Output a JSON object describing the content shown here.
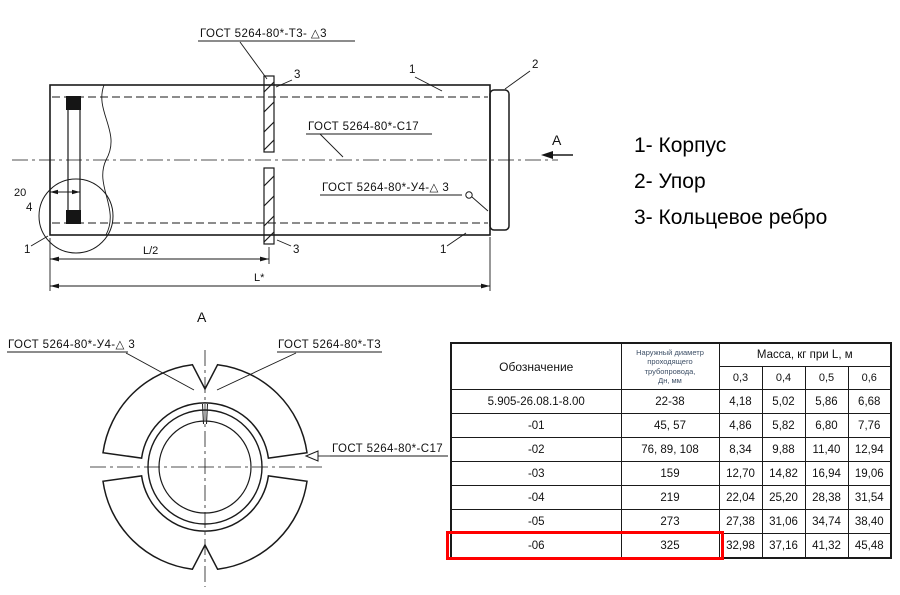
{
  "legend": {
    "items": [
      "1- Корпус",
      "2- Упор",
      "3- Кольцевое ребро"
    ]
  },
  "main_view": {
    "weld_t3": "ГОСТ 5264-80*-Т3- △3",
    "weld_c17": "ГОСТ 5264-80*-С17",
    "weld_u4": "ГОСТ 5264-80*-У4-△ 3",
    "dim_offset": "20",
    "dim_half_length": "L/2",
    "dim_full_length": "L*",
    "section_arrow_label": "А",
    "callout_body": "1",
    "callout_stop": "2",
    "callout_rib": "3",
    "callout_detail": "4"
  },
  "section_view": {
    "title": "А",
    "weld_u4": "ГОСТ 5264-80*-У4-△ 3",
    "weld_t3": "ГОСТ 5264-80*-Т3",
    "weld_c17": "ГОСТ 5264-80*-С17"
  },
  "table": {
    "headers": {
      "designation": "Обозначение",
      "diameter": "Наружный диаметр\nпроходящего\nтрубопровода,\nДн, мм",
      "mass": "Масса, кг при L, м",
      "mass_sub": [
        "0,3",
        "0,4",
        "0,5",
        "0,6"
      ]
    },
    "rows": [
      {
        "designation": "5.905-26.08.1-8.00",
        "diameter": "22-38",
        "masses": [
          "4,18",
          "5,02",
          "5,86",
          "6,68"
        ]
      },
      {
        "designation": "-01",
        "diameter": "45, 57",
        "masses": [
          "4,86",
          "5,82",
          "6,80",
          "7,76"
        ]
      },
      {
        "designation": "-02",
        "diameter": "76, 89, 108",
        "masses": [
          "8,34",
          "9,88",
          "11,40",
          "12,94"
        ]
      },
      {
        "designation": "-03",
        "diameter": "159",
        "masses": [
          "12,70",
          "14,82",
          "16,94",
          "19,06"
        ]
      },
      {
        "designation": "-04",
        "diameter": "219",
        "masses": [
          "22,04",
          "25,20",
          "28,38",
          "31,54"
        ]
      },
      {
        "designation": "-05",
        "diameter": "273",
        "masses": [
          "27,38",
          "31,06",
          "34,74",
          "38,40"
        ]
      },
      {
        "designation": "-06",
        "diameter": "325",
        "masses": [
          "32,98",
          "37,16",
          "41,32",
          "45,48"
        ]
      }
    ],
    "highlight": {
      "row": 6,
      "color": "#ff0000"
    }
  }
}
